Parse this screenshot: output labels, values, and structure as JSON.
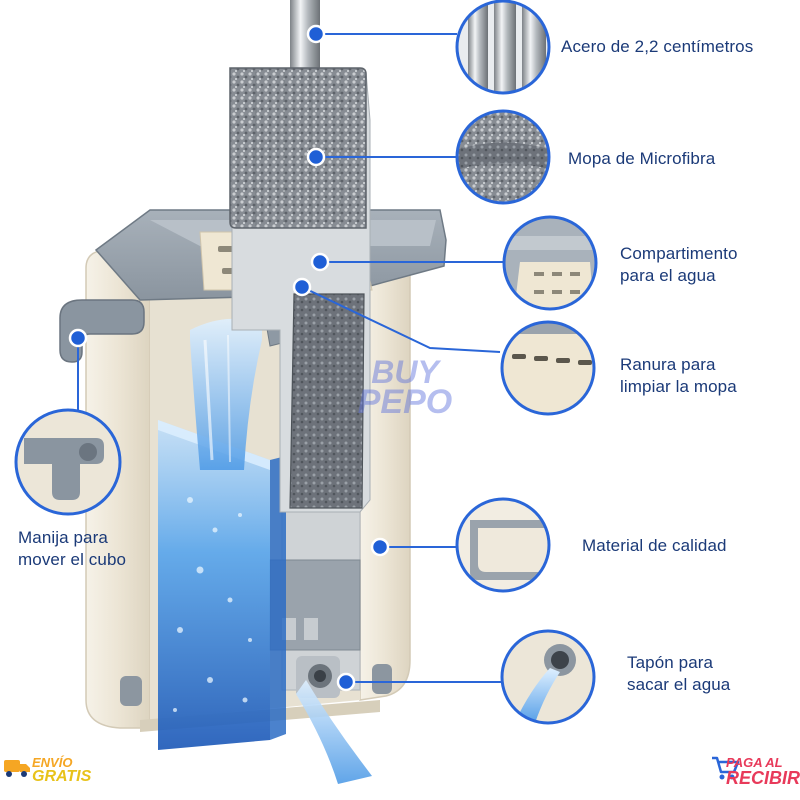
{
  "colors": {
    "accent": "#1f5fd6",
    "label_text": "#1b3a78",
    "water": "#3c8fe0",
    "bucket_body": "#efe9dc",
    "bucket_tray": "#8f9aa6",
    "mop_pad": "#8a8f96",
    "handle": "#c9cdd1"
  },
  "watermark": {
    "line1": "BUY",
    "line2": "PEPO"
  },
  "features": [
    {
      "id": "steel",
      "icon": "steel-pole-icon",
      "lines": [
        "Acero de 2,2 centímetros"
      ]
    },
    {
      "id": "microfiber",
      "icon": "microfiber-pad-icon",
      "lines": [
        "Mopa de Microfibra"
      ]
    },
    {
      "id": "compartment",
      "icon": "water-compartment-icon",
      "lines": [
        "Compartimento",
        "para el agua"
      ]
    },
    {
      "id": "slot",
      "icon": "cleaning-slot-icon",
      "lines": [
        "Ranura para",
        "limpiar la mopa"
      ]
    },
    {
      "id": "material",
      "icon": "quality-material-icon",
      "lines": [
        "Material de calidad"
      ]
    },
    {
      "id": "plug",
      "icon": "drain-plug-icon",
      "lines": [
        "Tapón para",
        "sacar el agua"
      ]
    },
    {
      "id": "handle",
      "icon": "bucket-handle-icon",
      "lines": [
        "Manija para",
        "mover el cubo"
      ]
    }
  ],
  "badges": {
    "left": {
      "top": "ENVÍO",
      "bottom": "GRATIS",
      "icon": "delivery-truck-icon"
    },
    "right": {
      "top": "PAGA AL",
      "bottom": "RECIBIR",
      "icon": "shopping-cart-icon"
    }
  }
}
